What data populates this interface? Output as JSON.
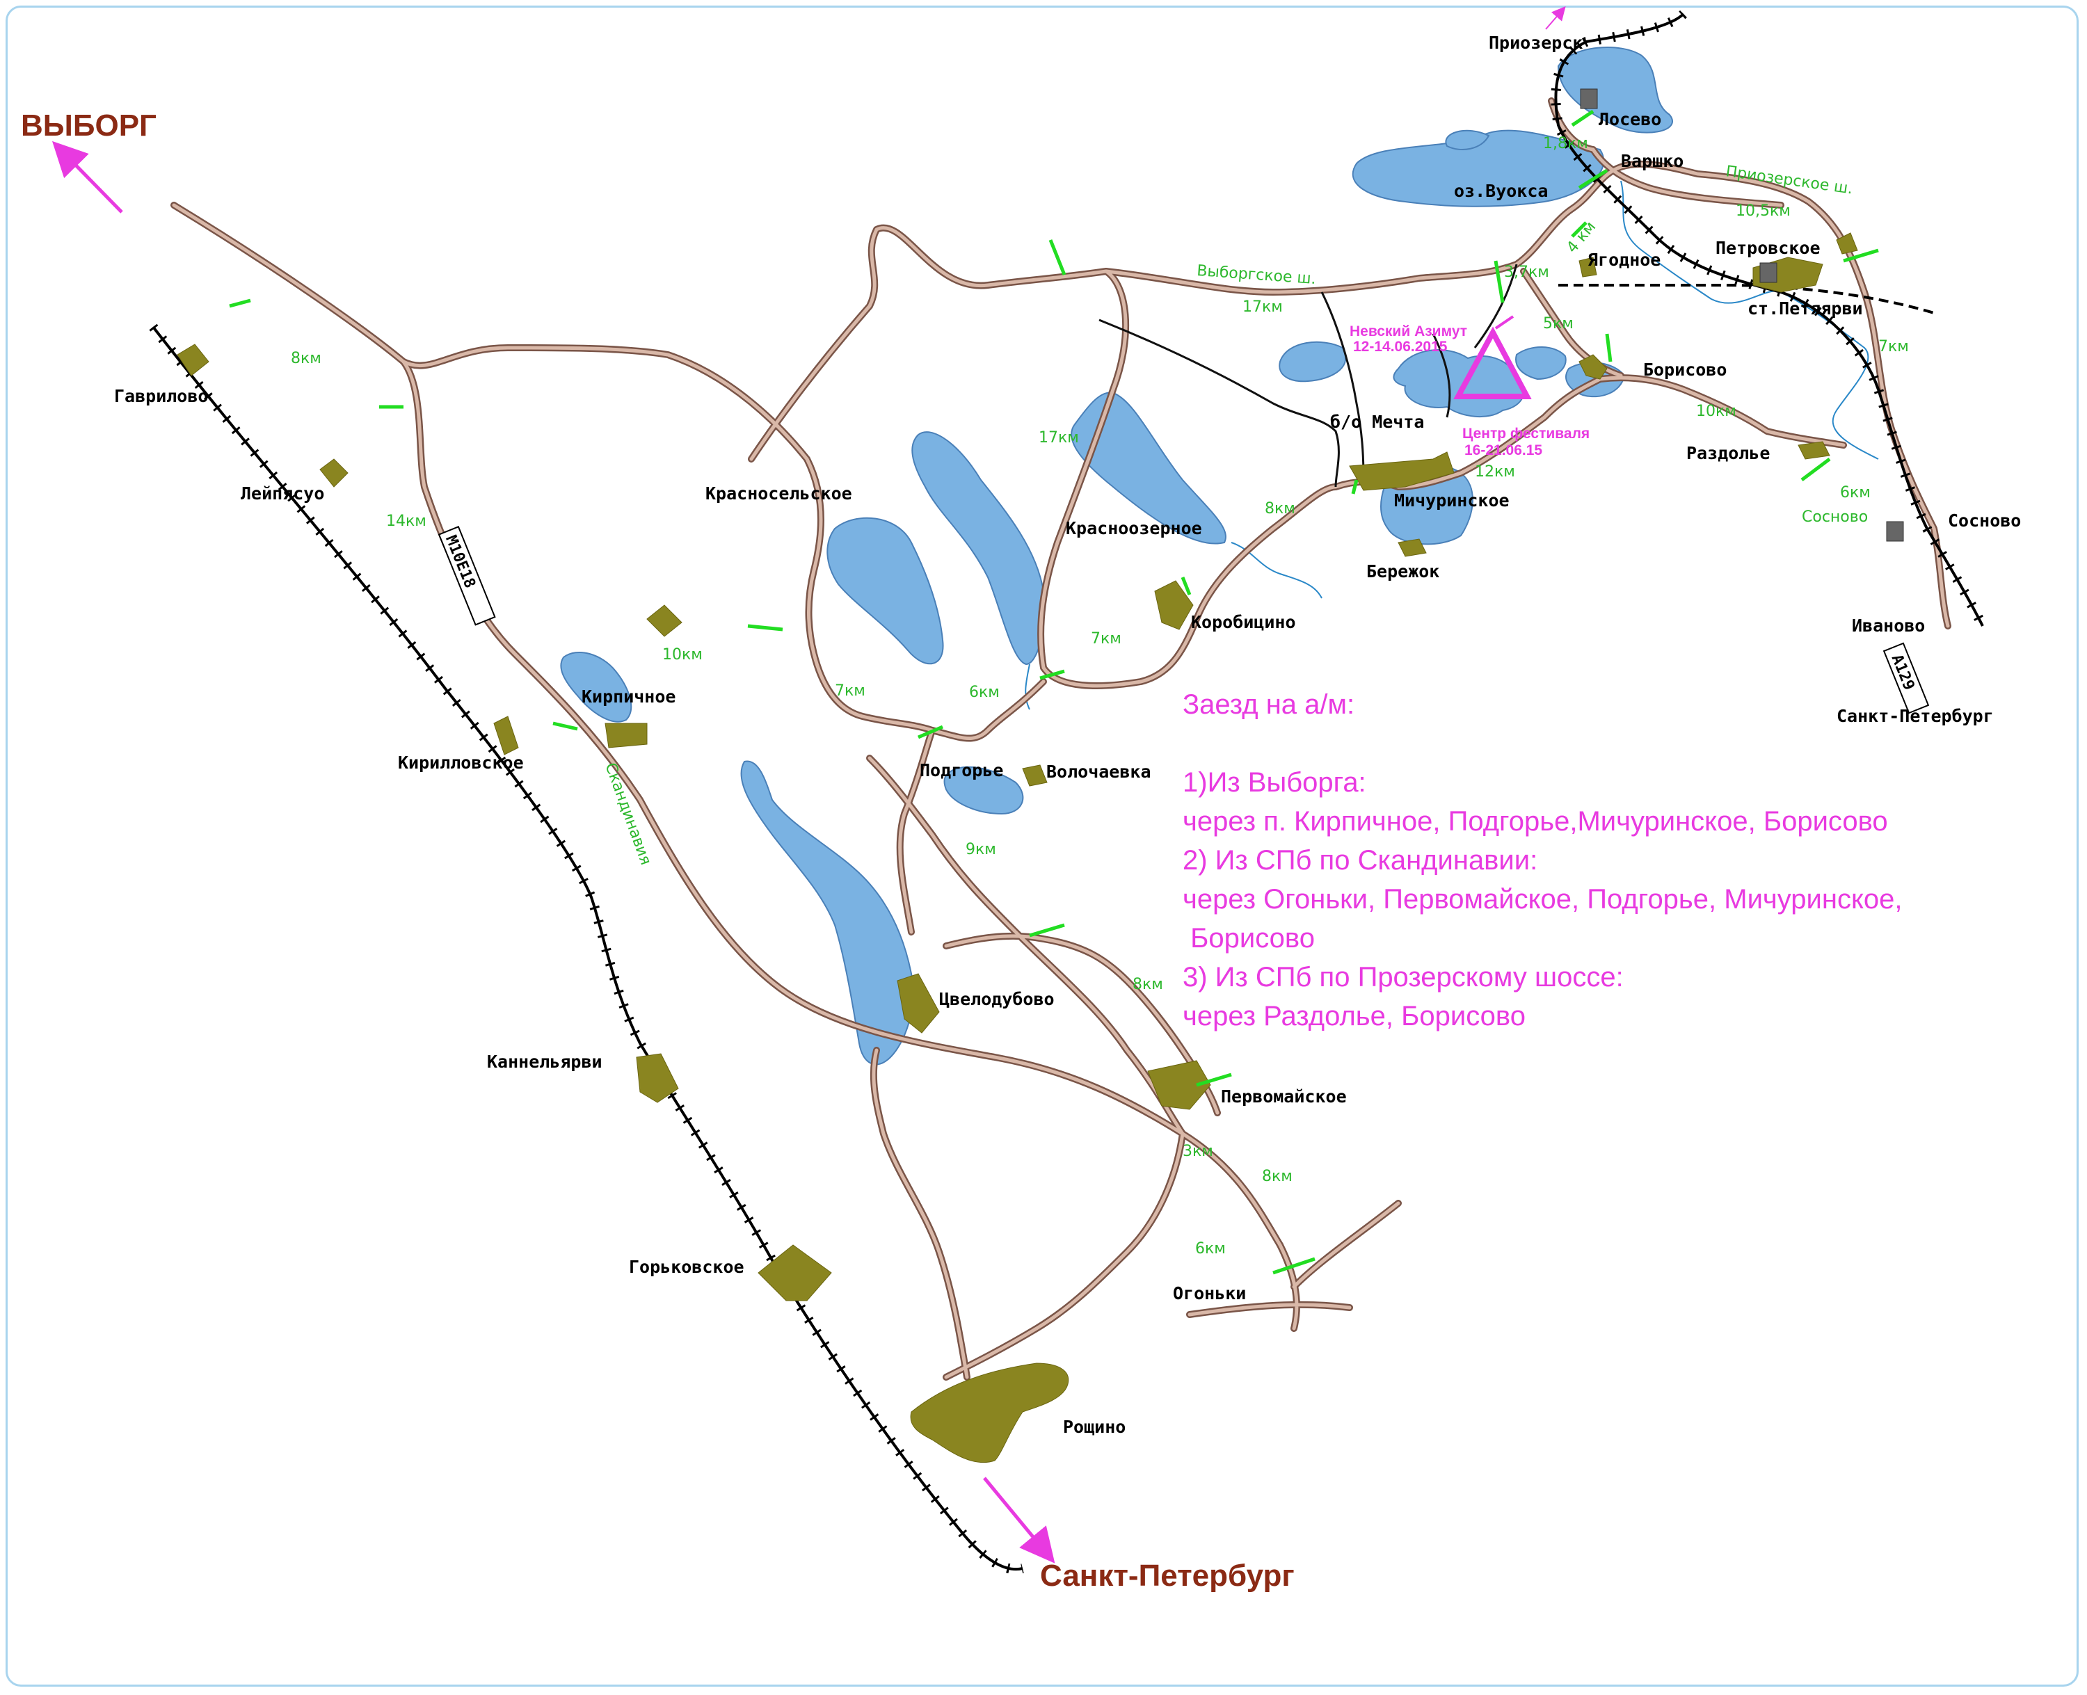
{
  "directions": {
    "vyborg": "ВЫБОРГ",
    "spb_bottom": "Санкт-Петербург",
    "spb_right": "Санкт-Петербург"
  },
  "lakes": {
    "vuoksa": "оз.Вуокса"
  },
  "roads": {
    "scandinavia": "Скандинавия",
    "highway_m10": "М10Е18",
    "highway_a129": "А129",
    "vyborgskoe": "Выборгское ш.",
    "priozerskoe": "Приозерское ш."
  },
  "festival": {
    "nevsky_title": "Невский Азимут",
    "nevsky_dates": "12-14.06.2015",
    "center_title": "Центр фестиваля",
    "center_dates": "16-21.06.15",
    "camp": "б/о Мечта"
  },
  "settlements": {
    "priozersk": "Приозерск",
    "losevo": "Лосево",
    "varshko": "Варшко",
    "yagodnoe": "Ягодное",
    "petrovskoe": "Петровское",
    "st_petyaryarvi": "ст.Петяярви",
    "borisovo": "Борисово",
    "razdolye": "Раздолье",
    "sosnovo": "Сосново",
    "sosnovo_station": "Сосново",
    "ivanovo": "Иваново",
    "michurinskoe": "Мичуринское",
    "berezhok": "Бережок",
    "krasnoozernoe": "Красноозерное",
    "korobitsino": "Коробицино",
    "krasnoselskoe": "Красносельское",
    "gavrilovo": "Гаврилово",
    "leipyasuo": "Лейпясуо",
    "kirpichnoe": "Кирпичное",
    "kirillovskoe": "Кирилловское",
    "podgorye": "Подгорье",
    "volochaevka": "Волочаевка",
    "tsvelodubovo": "Цвелодубово",
    "kannelyarvi": "Каннельярви",
    "pervomaiskoe": "Первомайское",
    "gorkovskoe": "Горьковское",
    "ogonki": "Огоньки",
    "roschino": "Рощино"
  },
  "distances": {
    "d_1_8": "1,8км",
    "d_4": "4 км",
    "d_3_7": "3,7км",
    "d_5": "5км",
    "d_10_5": "10,5км",
    "d_7_right": "7км",
    "d_10_razd": "10км",
    "d_6_sosn": "6км",
    "d_12": "12км",
    "d_17_top": "17км",
    "d_17_mid": "17км",
    "d_8_mich": "8км",
    "d_7_korob": "7км",
    "d_6_volo": "6км",
    "d_7_podg": "7км",
    "d_10_kirp": "10км",
    "d_8_gavr": "8км",
    "d_14": "14км",
    "d_9": "9км",
    "d_8_tsvel": "8км",
    "d_3": "3км",
    "d_8_perv": "8км",
    "d_6_ogon": "6км"
  },
  "instructions": {
    "title": "Заезд на а/м:",
    "l1": "1)Из Выборга:",
    "l2": "через п. Кирпичное, Подгорье,Мичуринское, Борисово",
    "l3": "2) Из СПб по Скандинавии:",
    "l4": "через Огоньки, Первомайское, Подгорье, Мичуринское,",
    "l5": " Борисово",
    "l6": "3) Из СПб по Прозерскому шоссе:",
    "l7": "через Раздолье, Борисово"
  },
  "colors": {
    "road_fill": "#d9b8a8",
    "road_edge": "#7a5548",
    "lake": "#7ab2e2",
    "settlement": "#8a8520",
    "distance_text": "#2db82d",
    "marker_green": "#22dd22",
    "accent_magenta": "#e83ae0",
    "direction_brown": "#8b2a14",
    "frame": "#a8d4ee"
  }
}
